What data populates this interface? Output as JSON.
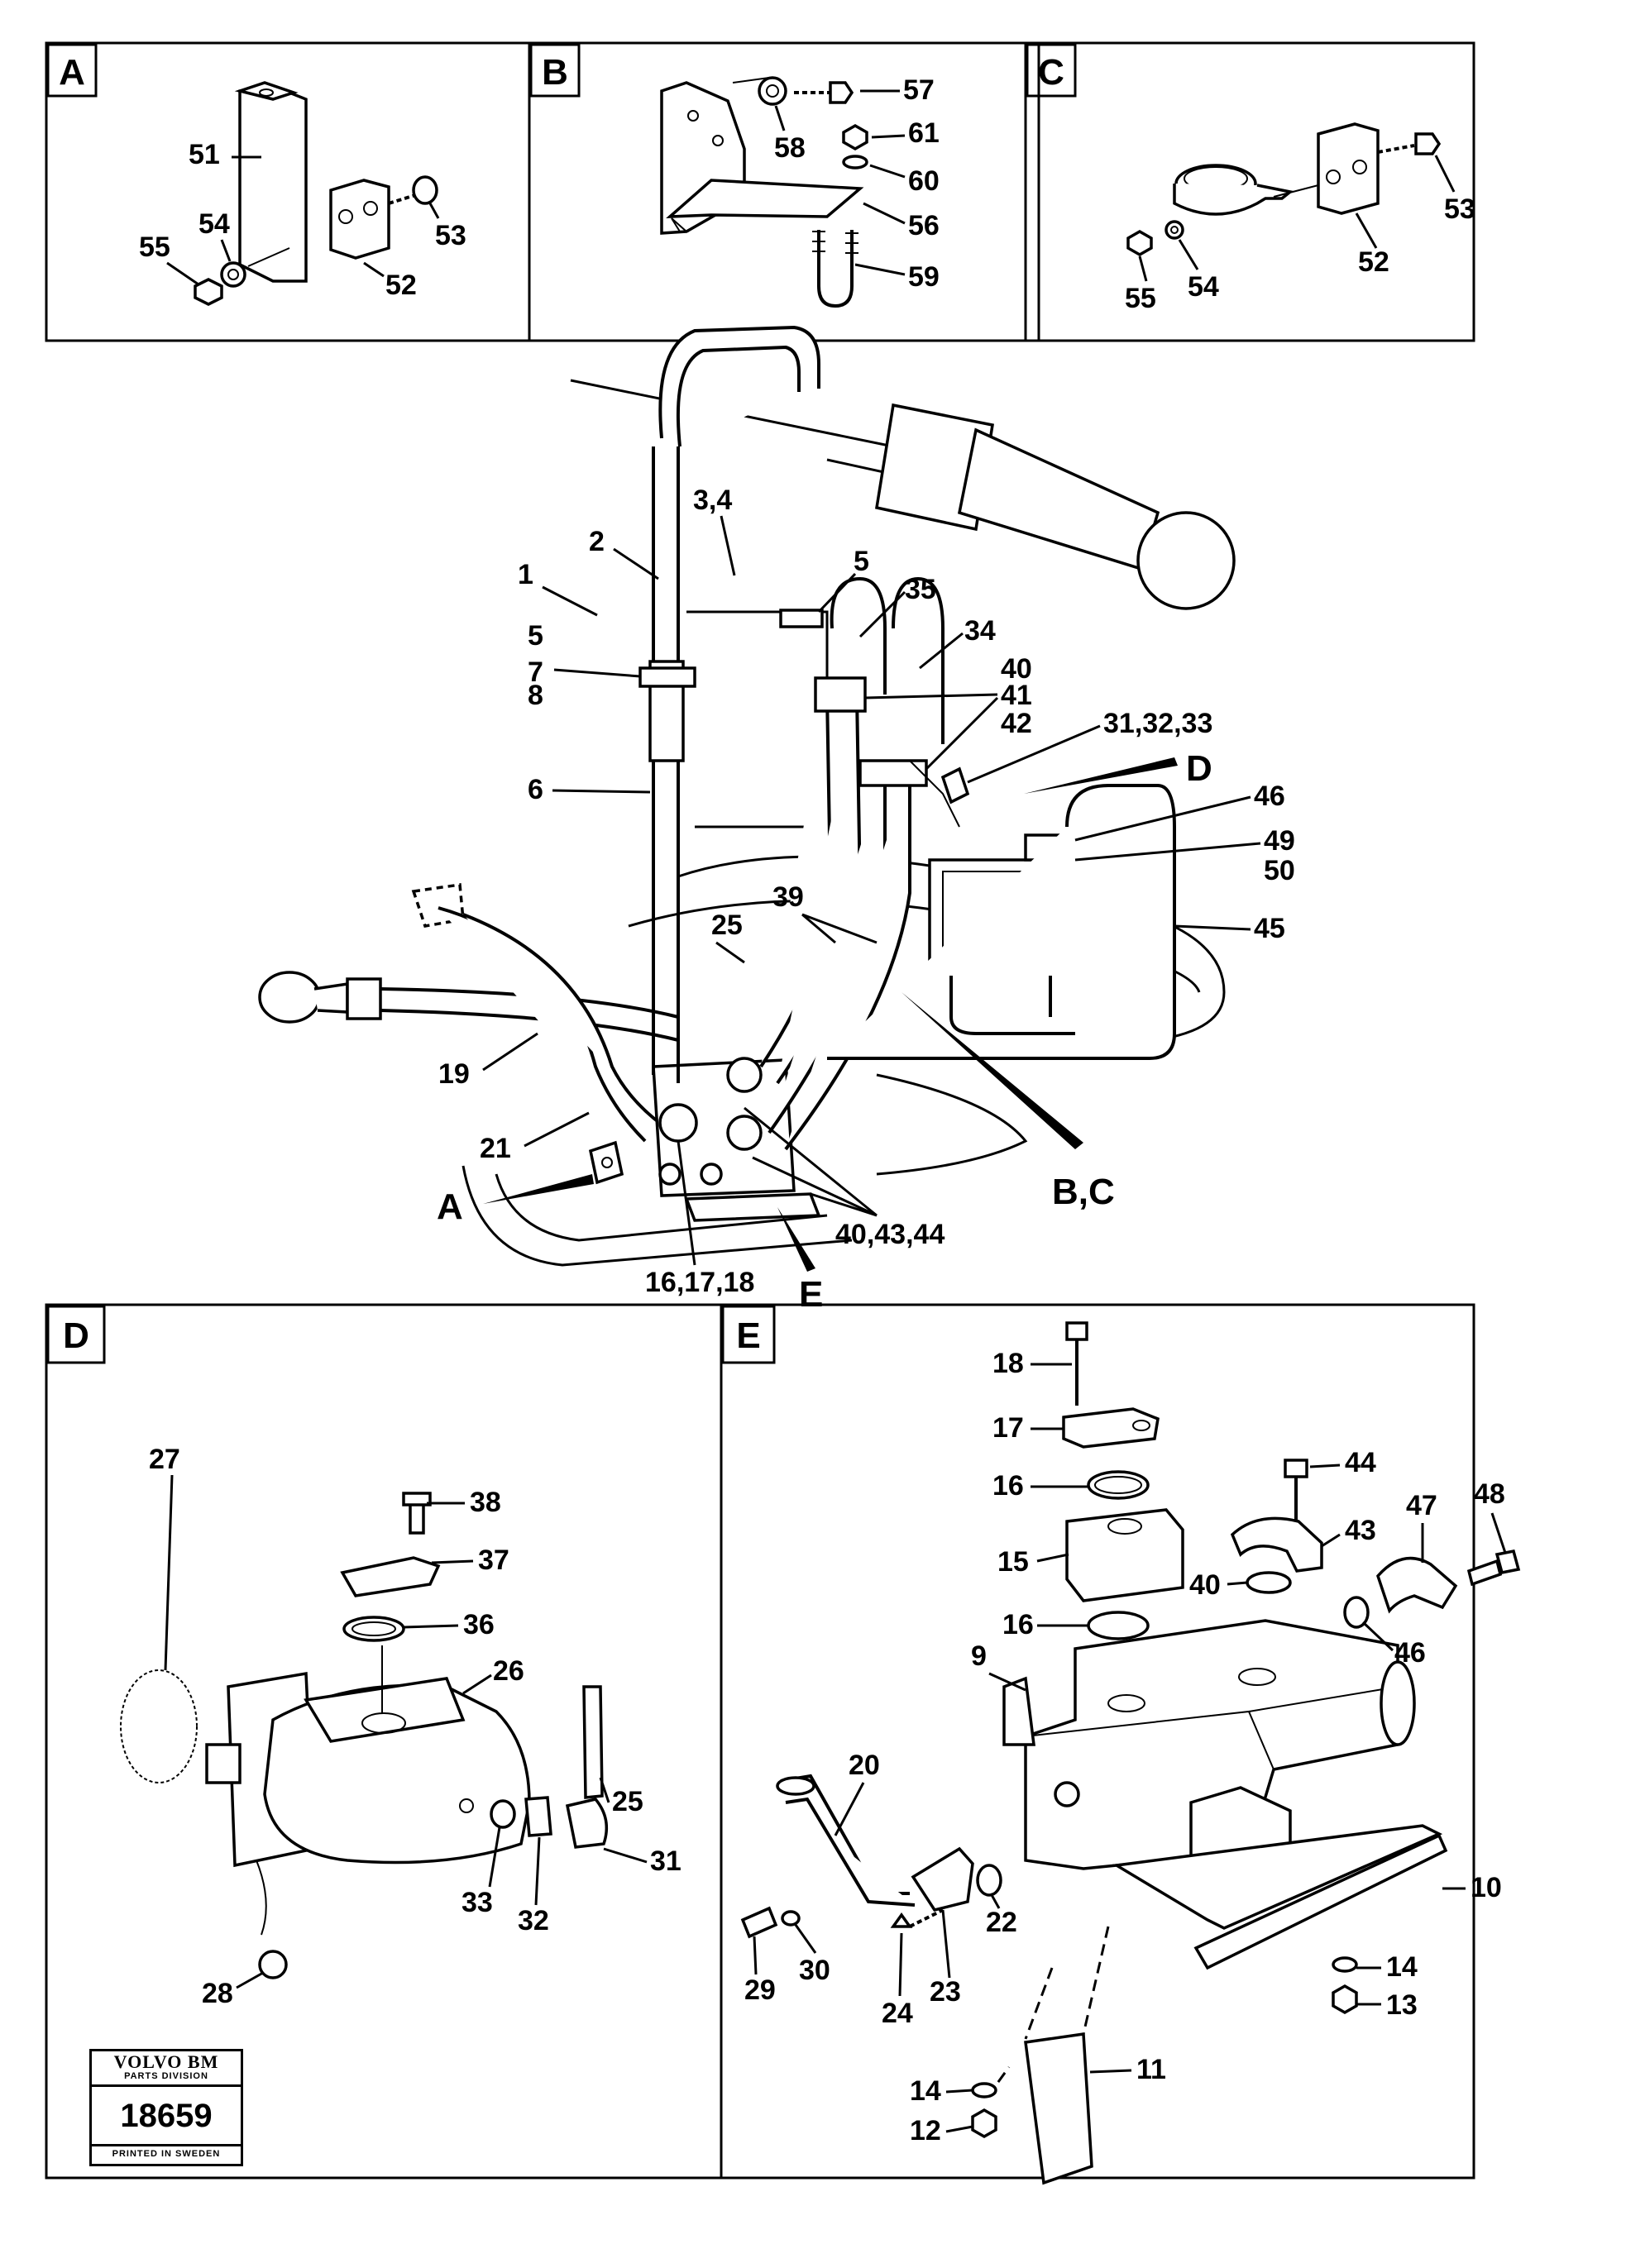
{
  "panels": {
    "A": "A",
    "B": "B",
    "C": "C",
    "D": "D",
    "E": "E"
  },
  "callouts": {
    "p51": "51",
    "pA54": "54",
    "pA55": "55",
    "pA52": "52",
    "pA53": "53",
    "p57": "57",
    "p58": "58",
    "p61": "61",
    "p60": "60",
    "p56": "56",
    "p59": "59",
    "pC53": "53",
    "pC52": "52",
    "pC55": "55",
    "pC54": "54",
    "m34": "3,4",
    "m2": "2",
    "m1": "1",
    "m5a": "5",
    "m5b": "5",
    "m7": "7",
    "m8": "8",
    "m35": "35",
    "m34b": "34",
    "m40": "40",
    "m41": "41",
    "m42": "42",
    "m313233": "31,32,33",
    "mD": "D",
    "m6": "6",
    "m46": "46",
    "m49": "49",
    "m50": "50",
    "m45": "45",
    "m39": "39",
    "m25": "25",
    "m19": "19",
    "m21": "21",
    "mA": "A",
    "mBC": "B,C",
    "m404344": "40,43,44",
    "m161718": "16,17,18",
    "mE": "E",
    "d38": "38",
    "d37": "37",
    "d27": "27",
    "d36": "36",
    "d26": "26",
    "d25": "25",
    "d31": "31",
    "d33": "33",
    "d32": "32",
    "d28": "28",
    "e18": "18",
    "e17": "17",
    "e16a": "16",
    "e44": "44",
    "e43": "43",
    "e47": "47",
    "e48": "48",
    "e15": "15",
    "e40": "40",
    "e16b": "16",
    "e46": "46",
    "e9": "9",
    "e20": "20",
    "e22": "22",
    "e30": "30",
    "e29": "29",
    "e23": "23",
    "e24": "24",
    "e10": "10",
    "e14a": "14",
    "e13": "13",
    "e11": "11",
    "e14b": "14",
    "e12": "12"
  },
  "stamp": {
    "brand": "VOLVO BM",
    "division": "PARTS DIVISION",
    "number": "18659",
    "footer": "PRINTED IN SWEDEN"
  }
}
